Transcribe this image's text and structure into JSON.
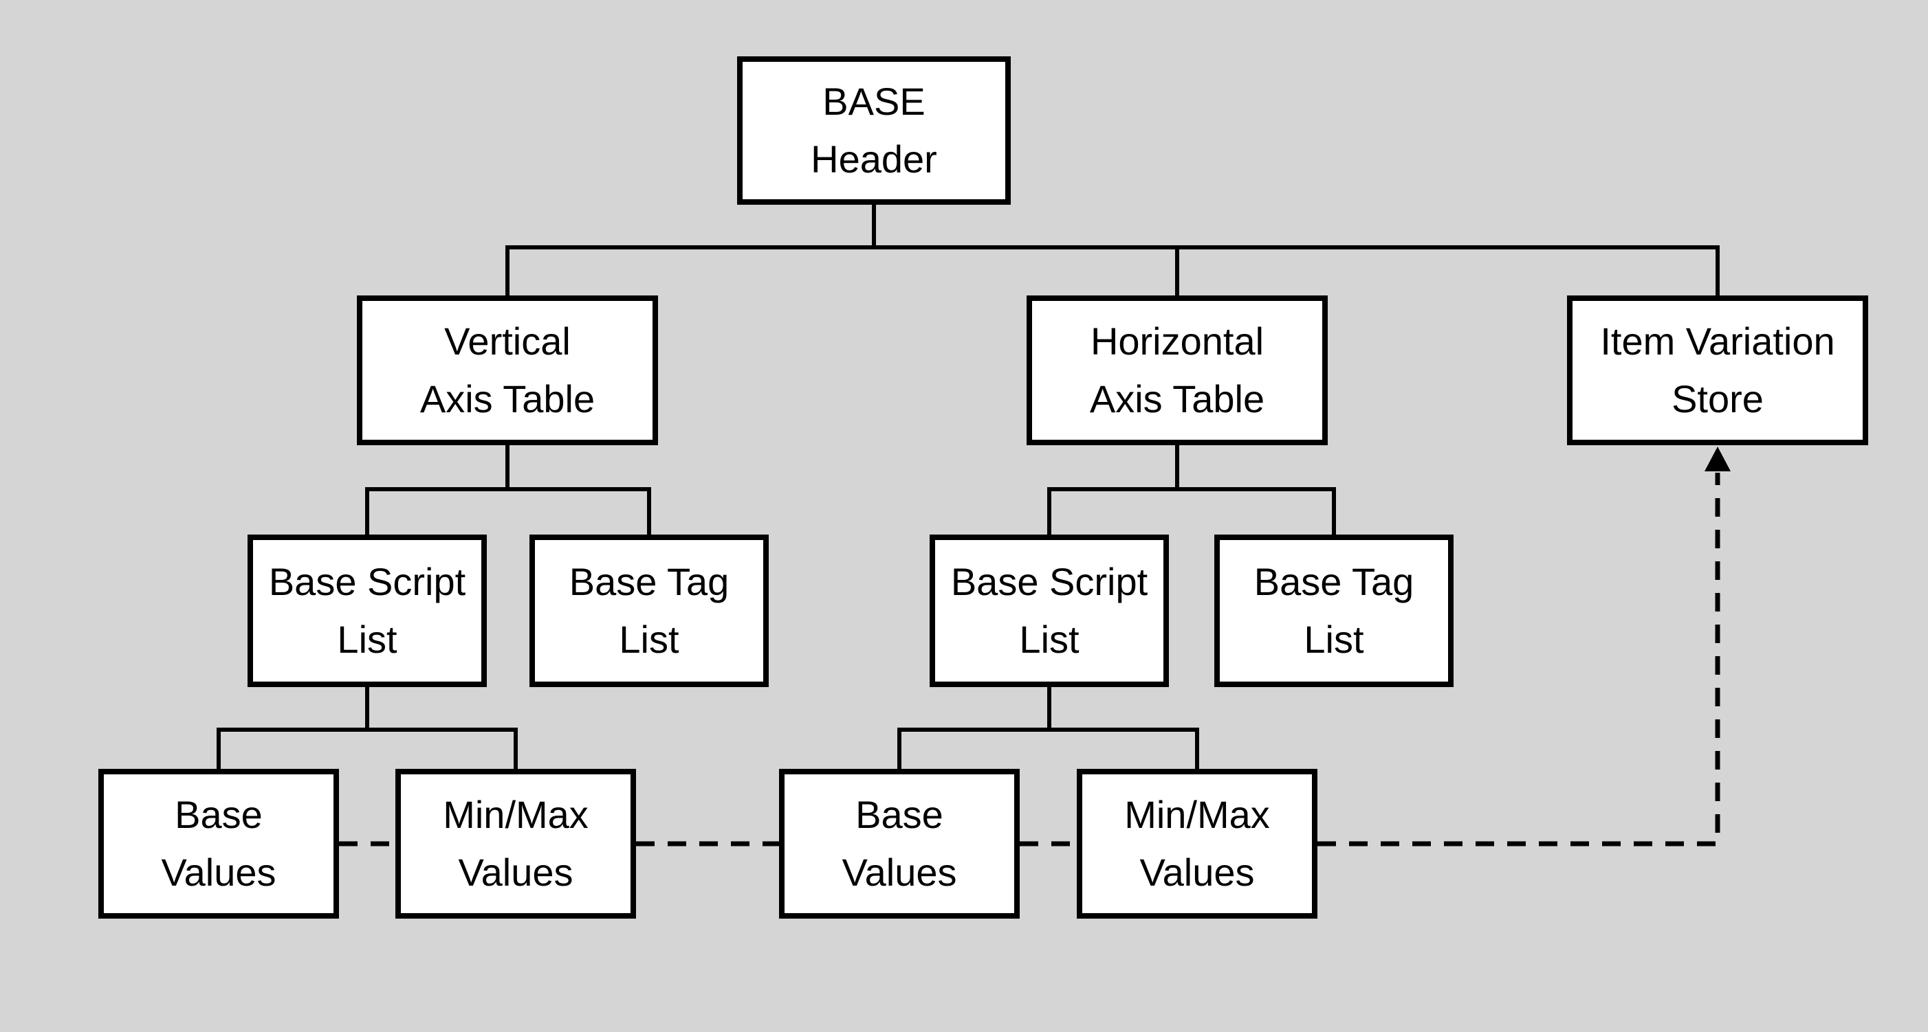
{
  "diagram": {
    "title": "BASE table structure diagram",
    "colors": {
      "background": "#d5d5d5",
      "box_fill": "#ffffff",
      "box_border": "#000000",
      "line_color": "#000000",
      "text_color": "#000000"
    },
    "nodes": {
      "base_header": {
        "lines": [
          "BASE",
          "Header"
        ]
      },
      "vertical_axis_table": {
        "lines": [
          "Vertical",
          "Axis Table"
        ]
      },
      "horizontal_axis_table": {
        "lines": [
          "Horizontal",
          "Axis Table"
        ]
      },
      "item_variation_store": {
        "lines": [
          "Item Variation",
          "Store"
        ]
      },
      "v_base_script_list": {
        "lines": [
          "Base Script",
          "List"
        ]
      },
      "v_base_tag_list": {
        "lines": [
          "Base Tag",
          "List"
        ]
      },
      "h_base_script_list": {
        "lines": [
          "Base Script",
          "List"
        ]
      },
      "h_base_tag_list": {
        "lines": [
          "Base Tag",
          "List"
        ]
      },
      "v_base_values": {
        "lines": [
          "Base",
          "Values"
        ]
      },
      "v_minmax_values": {
        "lines": [
          "Min/Max",
          "Values"
        ]
      },
      "h_base_values": {
        "lines": [
          "Base",
          "Values"
        ]
      },
      "h_minmax_values": {
        "lines": [
          "Min/Max",
          "Values"
        ]
      }
    },
    "edges": [
      {
        "from": "base_header",
        "to": "vertical_axis_table",
        "style": "solid"
      },
      {
        "from": "base_header",
        "to": "horizontal_axis_table",
        "style": "solid"
      },
      {
        "from": "base_header",
        "to": "item_variation_store",
        "style": "solid"
      },
      {
        "from": "vertical_axis_table",
        "to": "v_base_script_list",
        "style": "solid"
      },
      {
        "from": "vertical_axis_table",
        "to": "v_base_tag_list",
        "style": "solid"
      },
      {
        "from": "v_base_script_list",
        "to": "v_base_values",
        "style": "solid"
      },
      {
        "from": "v_base_script_list",
        "to": "v_minmax_values",
        "style": "solid"
      },
      {
        "from": "horizontal_axis_table",
        "to": "h_base_script_list",
        "style": "solid"
      },
      {
        "from": "horizontal_axis_table",
        "to": "h_base_tag_list",
        "style": "solid"
      },
      {
        "from": "h_base_script_list",
        "to": "h_base_values",
        "style": "solid"
      },
      {
        "from": "h_base_script_list",
        "to": "h_minmax_values",
        "style": "solid"
      },
      {
        "from": "v_base_values",
        "to": "v_minmax_values",
        "style": "dashed"
      },
      {
        "from": "v_minmax_values",
        "to": "h_base_values",
        "style": "dashed"
      },
      {
        "from": "h_base_values",
        "to": "h_minmax_values",
        "style": "dashed"
      },
      {
        "from": "h_minmax_values",
        "to": "item_variation_store",
        "style": "dashed-arrow"
      }
    ]
  }
}
